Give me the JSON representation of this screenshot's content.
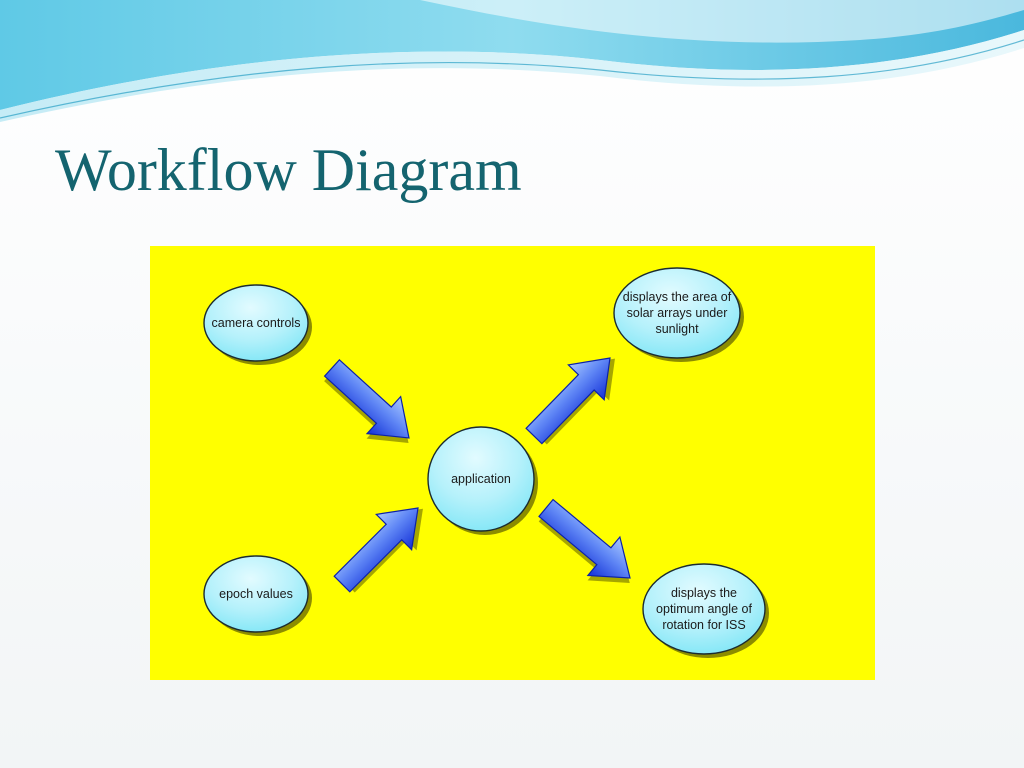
{
  "slide": {
    "title": "Workflow Diagram"
  },
  "diagram": {
    "nodes": [
      {
        "id": "camera",
        "lines": [
          "camera controls"
        ]
      },
      {
        "id": "epoch",
        "lines": [
          "epoch values"
        ]
      },
      {
        "id": "application",
        "lines": [
          "application"
        ]
      },
      {
        "id": "area",
        "lines": [
          "displays the area of",
          "solar arrays under",
          "sunlight"
        ]
      },
      {
        "id": "angle",
        "lines": [
          "displays the",
          "optimum angle of",
          "rotation for ISS"
        ]
      }
    ],
    "edges": [
      {
        "from": "camera",
        "to": "application"
      },
      {
        "from": "epoch",
        "to": "application"
      },
      {
        "from": "application",
        "to": "area"
      },
      {
        "from": "application",
        "to": "angle"
      }
    ],
    "colors": {
      "panel": "#ffff00",
      "node_fill_top": "#e2fbff",
      "node_fill_bottom": "#7fe6f6",
      "arrow_light": "#a8c8ff",
      "arrow_dark": "#1330d8",
      "title": "#14646f"
    }
  }
}
